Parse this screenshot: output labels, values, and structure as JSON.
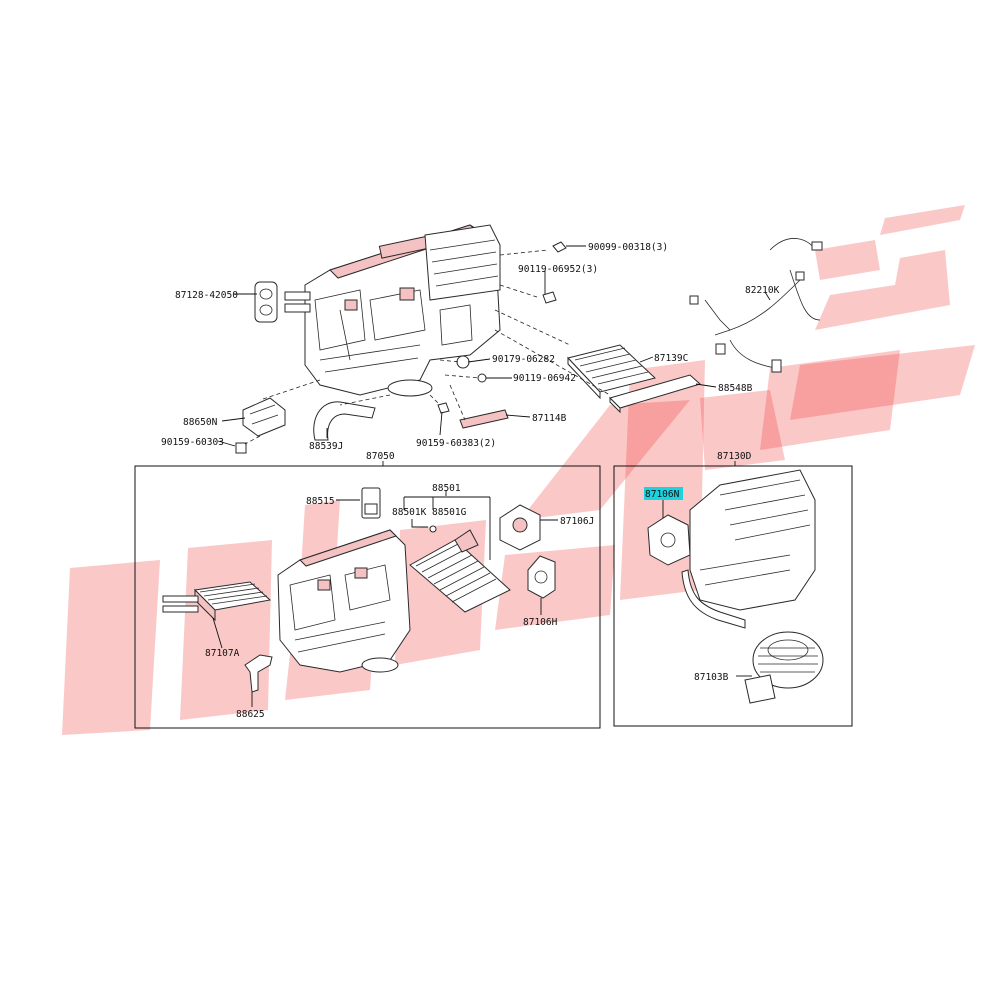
{
  "labels": {
    "p1": "90099-00318(3)",
    "p2": "90119-06952(3)",
    "p3": "87128-42050",
    "p4": "82210K",
    "p5": "90179-06282",
    "p6": "87139C",
    "p7": "90119-06942",
    "p8": "88548B",
    "p9": "88650N",
    "p10": "87114B",
    "p11": "90159-60303",
    "p12": "88539J",
    "p13": "90159-60383(2)",
    "p14": "87050",
    "p15": "87130D",
    "p16": "88515",
    "p17": "88501",
    "p18": "88501K",
    "p19": "88501G",
    "p20": "87106J",
    "p21": "87106H",
    "p22": "87107A",
    "p23": "88625",
    "p24": "87106N",
    "p25": "87103B"
  },
  "highlight": {
    "part": "87106N",
    "color": "#19d3e0"
  },
  "watermark": {
    "color": "#f03a3a"
  }
}
